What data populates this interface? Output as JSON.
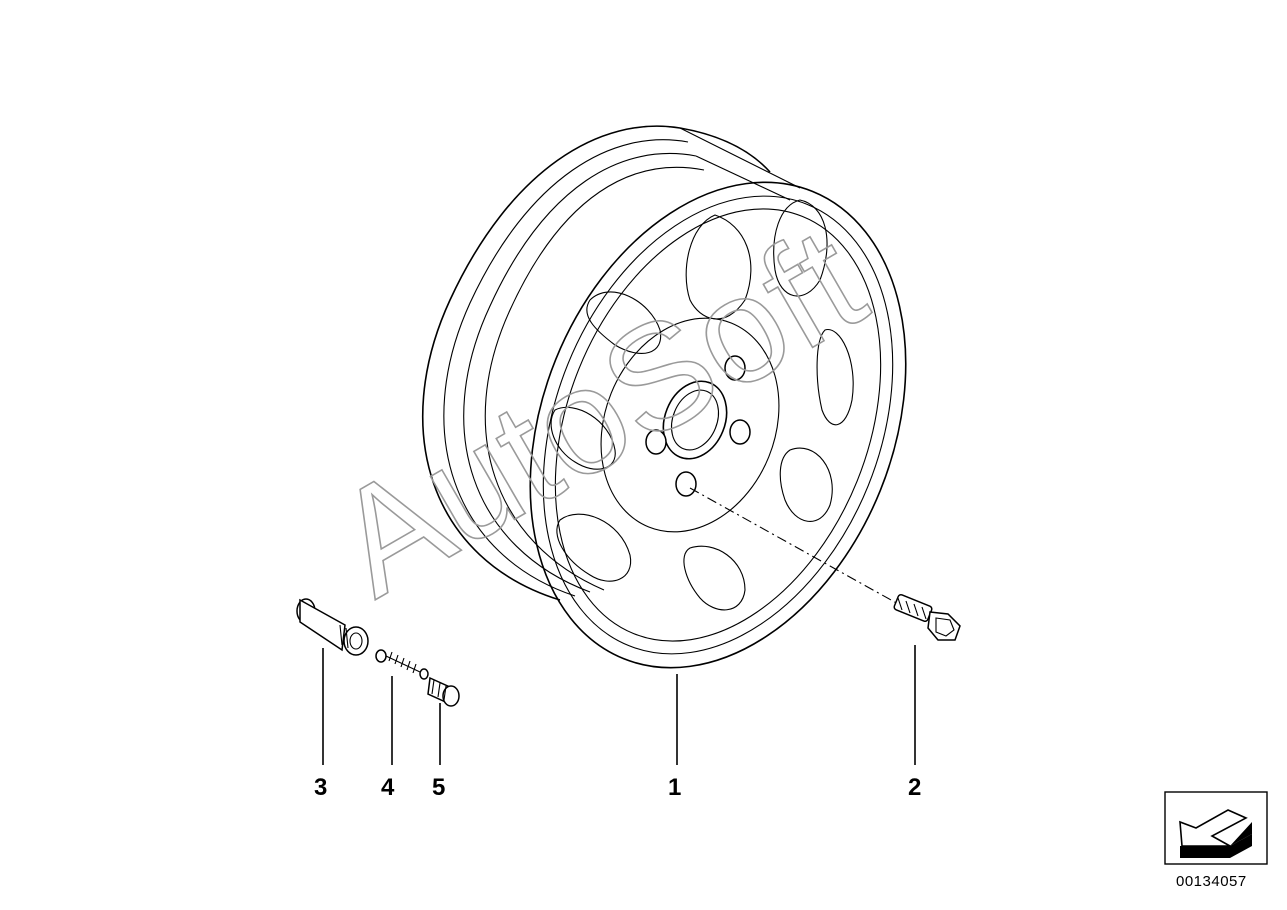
{
  "watermark": "AutoSoft",
  "callouts": [
    {
      "id": "1",
      "label": "1"
    },
    {
      "id": "2",
      "label": "2"
    },
    {
      "id": "3",
      "label": "3"
    },
    {
      "id": "4",
      "label": "4"
    },
    {
      "id": "5",
      "label": "5"
    }
  ],
  "document_number": "00134057",
  "direction_icon": "arrow-box-icon"
}
